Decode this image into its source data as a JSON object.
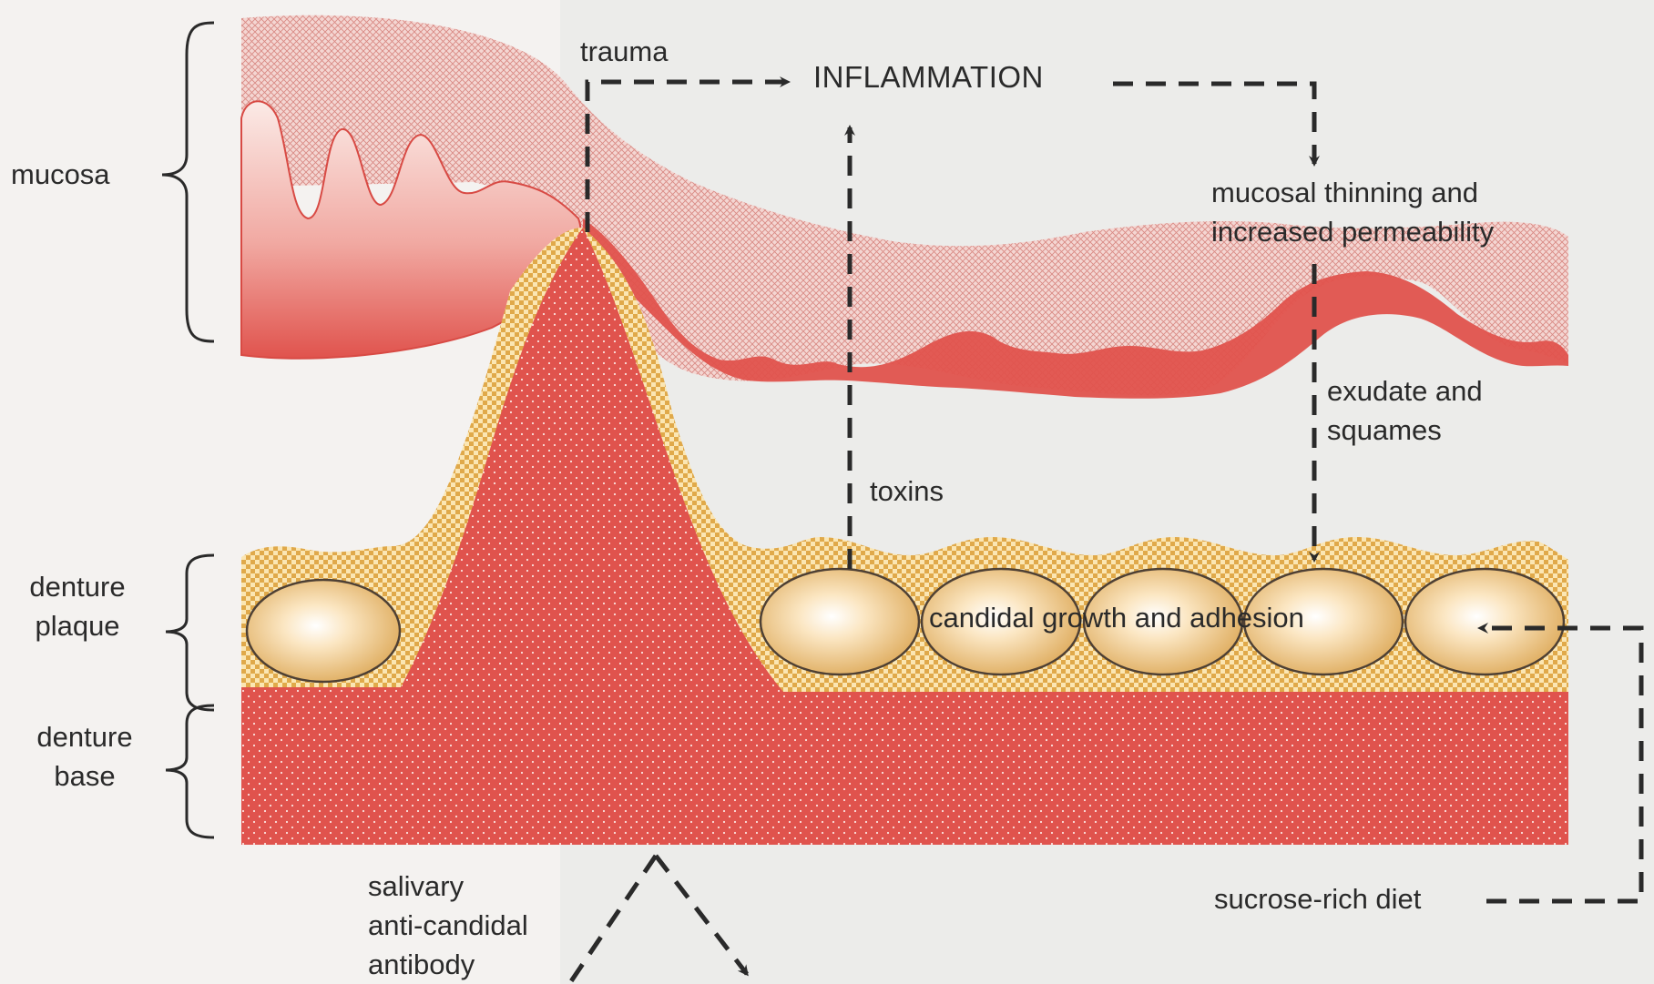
{
  "labels": {
    "mucosa": "mucosa",
    "denture_plaque_line1": "denture",
    "denture_plaque_line2": "plaque",
    "denture_base_line1": "denture",
    "denture_base_line2": "base",
    "trauma": "trauma",
    "inflammation": "INFLAMMATION",
    "mucosal_thinning_line1": "mucosal thinning and",
    "mucosal_thinning_line2": "increased permeability",
    "exudate_line1": "exudate and",
    "exudate_line2": "squames",
    "toxins": "toxins",
    "candidal_growth": "candidal growth and adhesion",
    "salivary_line1": "salivary",
    "salivary_line2": "anti-candidal",
    "salivary_line3": "antibody",
    "sucrose_diet": "sucrose-rich diet"
  },
  "colors": {
    "mucosa_red": "#e0534d",
    "mucosa_pink": "#f1c4c0",
    "denture_base_red": "#e0534d",
    "plaque_yellow": "#f1c76b",
    "cell_outline": "#4e4034",
    "arrow_dark": "#2a2a2a",
    "background": "#f3f1ef"
  }
}
